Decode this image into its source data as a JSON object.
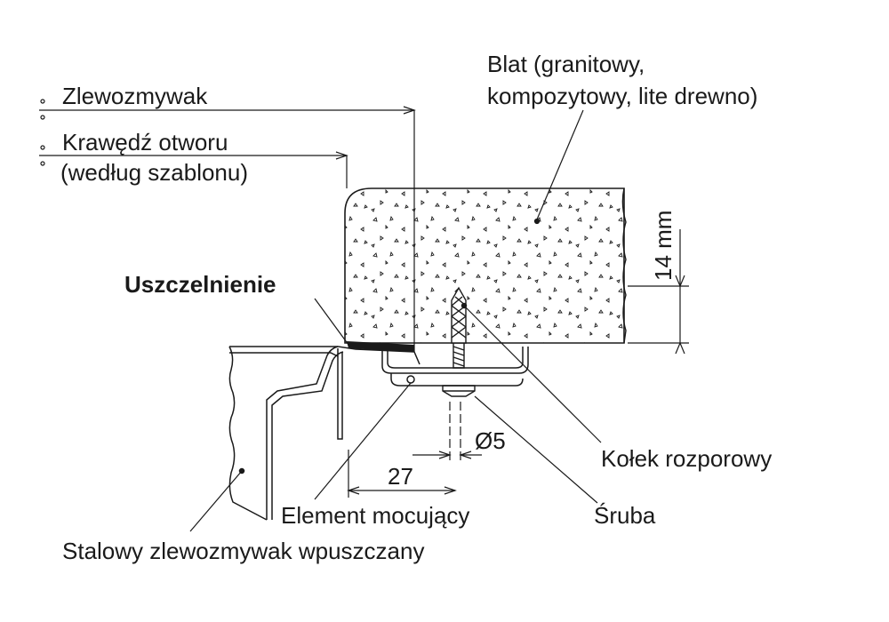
{
  "labels": {
    "sink": "Zlewozmywak",
    "hole_edge_1": "Krawędź otworu",
    "hole_edge_2": "(według szablonu)",
    "countertop_1": "Blat (granitowy,",
    "countertop_2": "kompozytowy, lite drewno)",
    "seal": "Uszczelnienie",
    "thickness": "14 mm",
    "diameter": "Ø5",
    "distance": "27",
    "anchor": "Kołek rozporowy",
    "fixing_element": "Element mocujący",
    "screw": "Śruba",
    "steel_sink": "Stalowy zlewozmywak wpuszczany"
  },
  "colors": {
    "line": "#1a1a1a",
    "background": "#ffffff"
  }
}
